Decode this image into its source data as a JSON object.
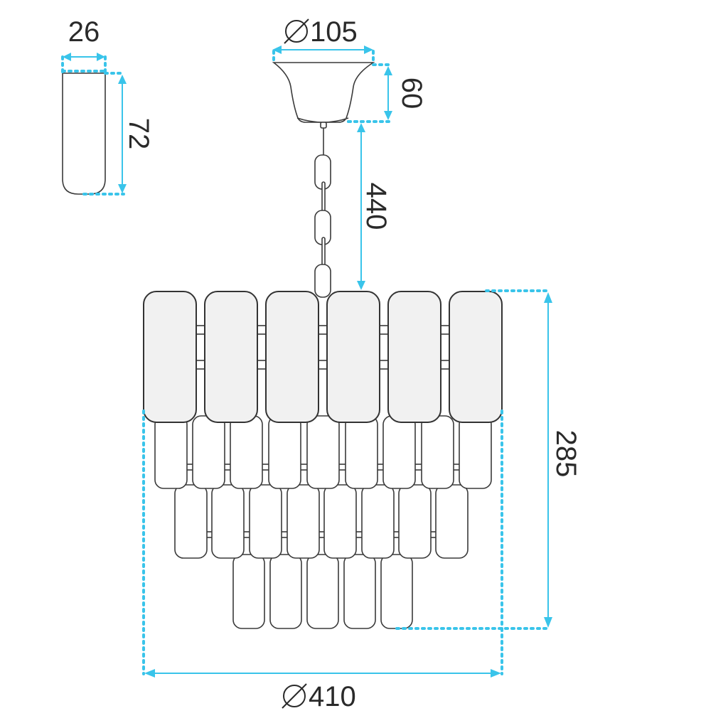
{
  "dimensions": {
    "crystal_width": "26",
    "crystal_height": "72",
    "canopy_diameter": "105",
    "canopy_height": "60",
    "chain_length": "440",
    "body_height": "285",
    "body_diameter": "410"
  },
  "colors": {
    "dimension_line": "#39c4ea",
    "outline": "#333333",
    "panel_fill": "#f1f1f1"
  },
  "icons": {
    "diameter_symbol": "diameter-icon"
  }
}
